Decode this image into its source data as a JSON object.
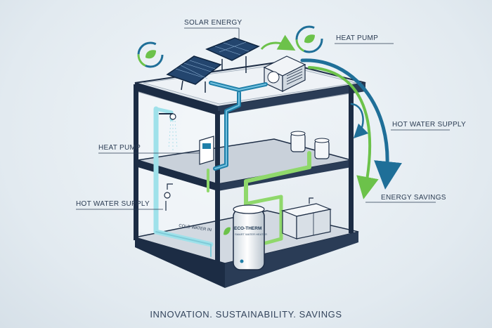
{
  "labels": {
    "solar_energy": "SOLAR ENERGY",
    "heat_pump_top": "HEAT PUMP",
    "heat_pump_left": "HEAT PUMP",
    "hot_water_supply_right": "HOT WATER SUPPLY",
    "hot_water_supply_left": "HOT WATER SUPPLY",
    "energy_savings": "ENERGY SAVINGS",
    "cold_water_in": "COLD WATER IN"
  },
  "tank": {
    "brand": "ECO-THERM",
    "subtitle": "SMART WATER HEATER"
  },
  "footer": "INNOVATION. SUSTAINABILITY. SAVINGS",
  "colors": {
    "hot_pipe": "#1f7fa8",
    "cold_pipe": "#9fe1ea",
    "green_pipe": "#8fd86b",
    "structure": "#1c2c44",
    "floor": "#d7dde5",
    "accent_green": "#6cc24a"
  }
}
